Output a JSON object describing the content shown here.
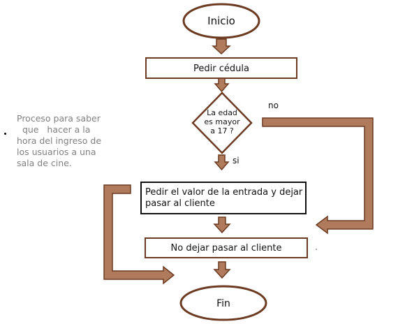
{
  "flowchart": {
    "start": "Inicio",
    "step1": "Pedir cédula",
    "decision": [
      "La edad",
      "es mayor",
      "a 17 ?"
    ],
    "yes_label": "si",
    "no_label": "no",
    "step_yes": [
      "Pedir el valor de la entrada y dejar",
      "pasar al cliente"
    ],
    "step_no": "No dejar pasar al cliente",
    "end": "Fin"
  },
  "description": [
    "Proceso para saber",
    "  que   hacer a la",
    "hora del ingreso de",
    "los usuarios a una",
    "sala de cine."
  ],
  "colors": {
    "arrow_fill": "#b07a5c",
    "stroke": "#6b3a20",
    "text": "#111111",
    "description_text": "#808080"
  }
}
